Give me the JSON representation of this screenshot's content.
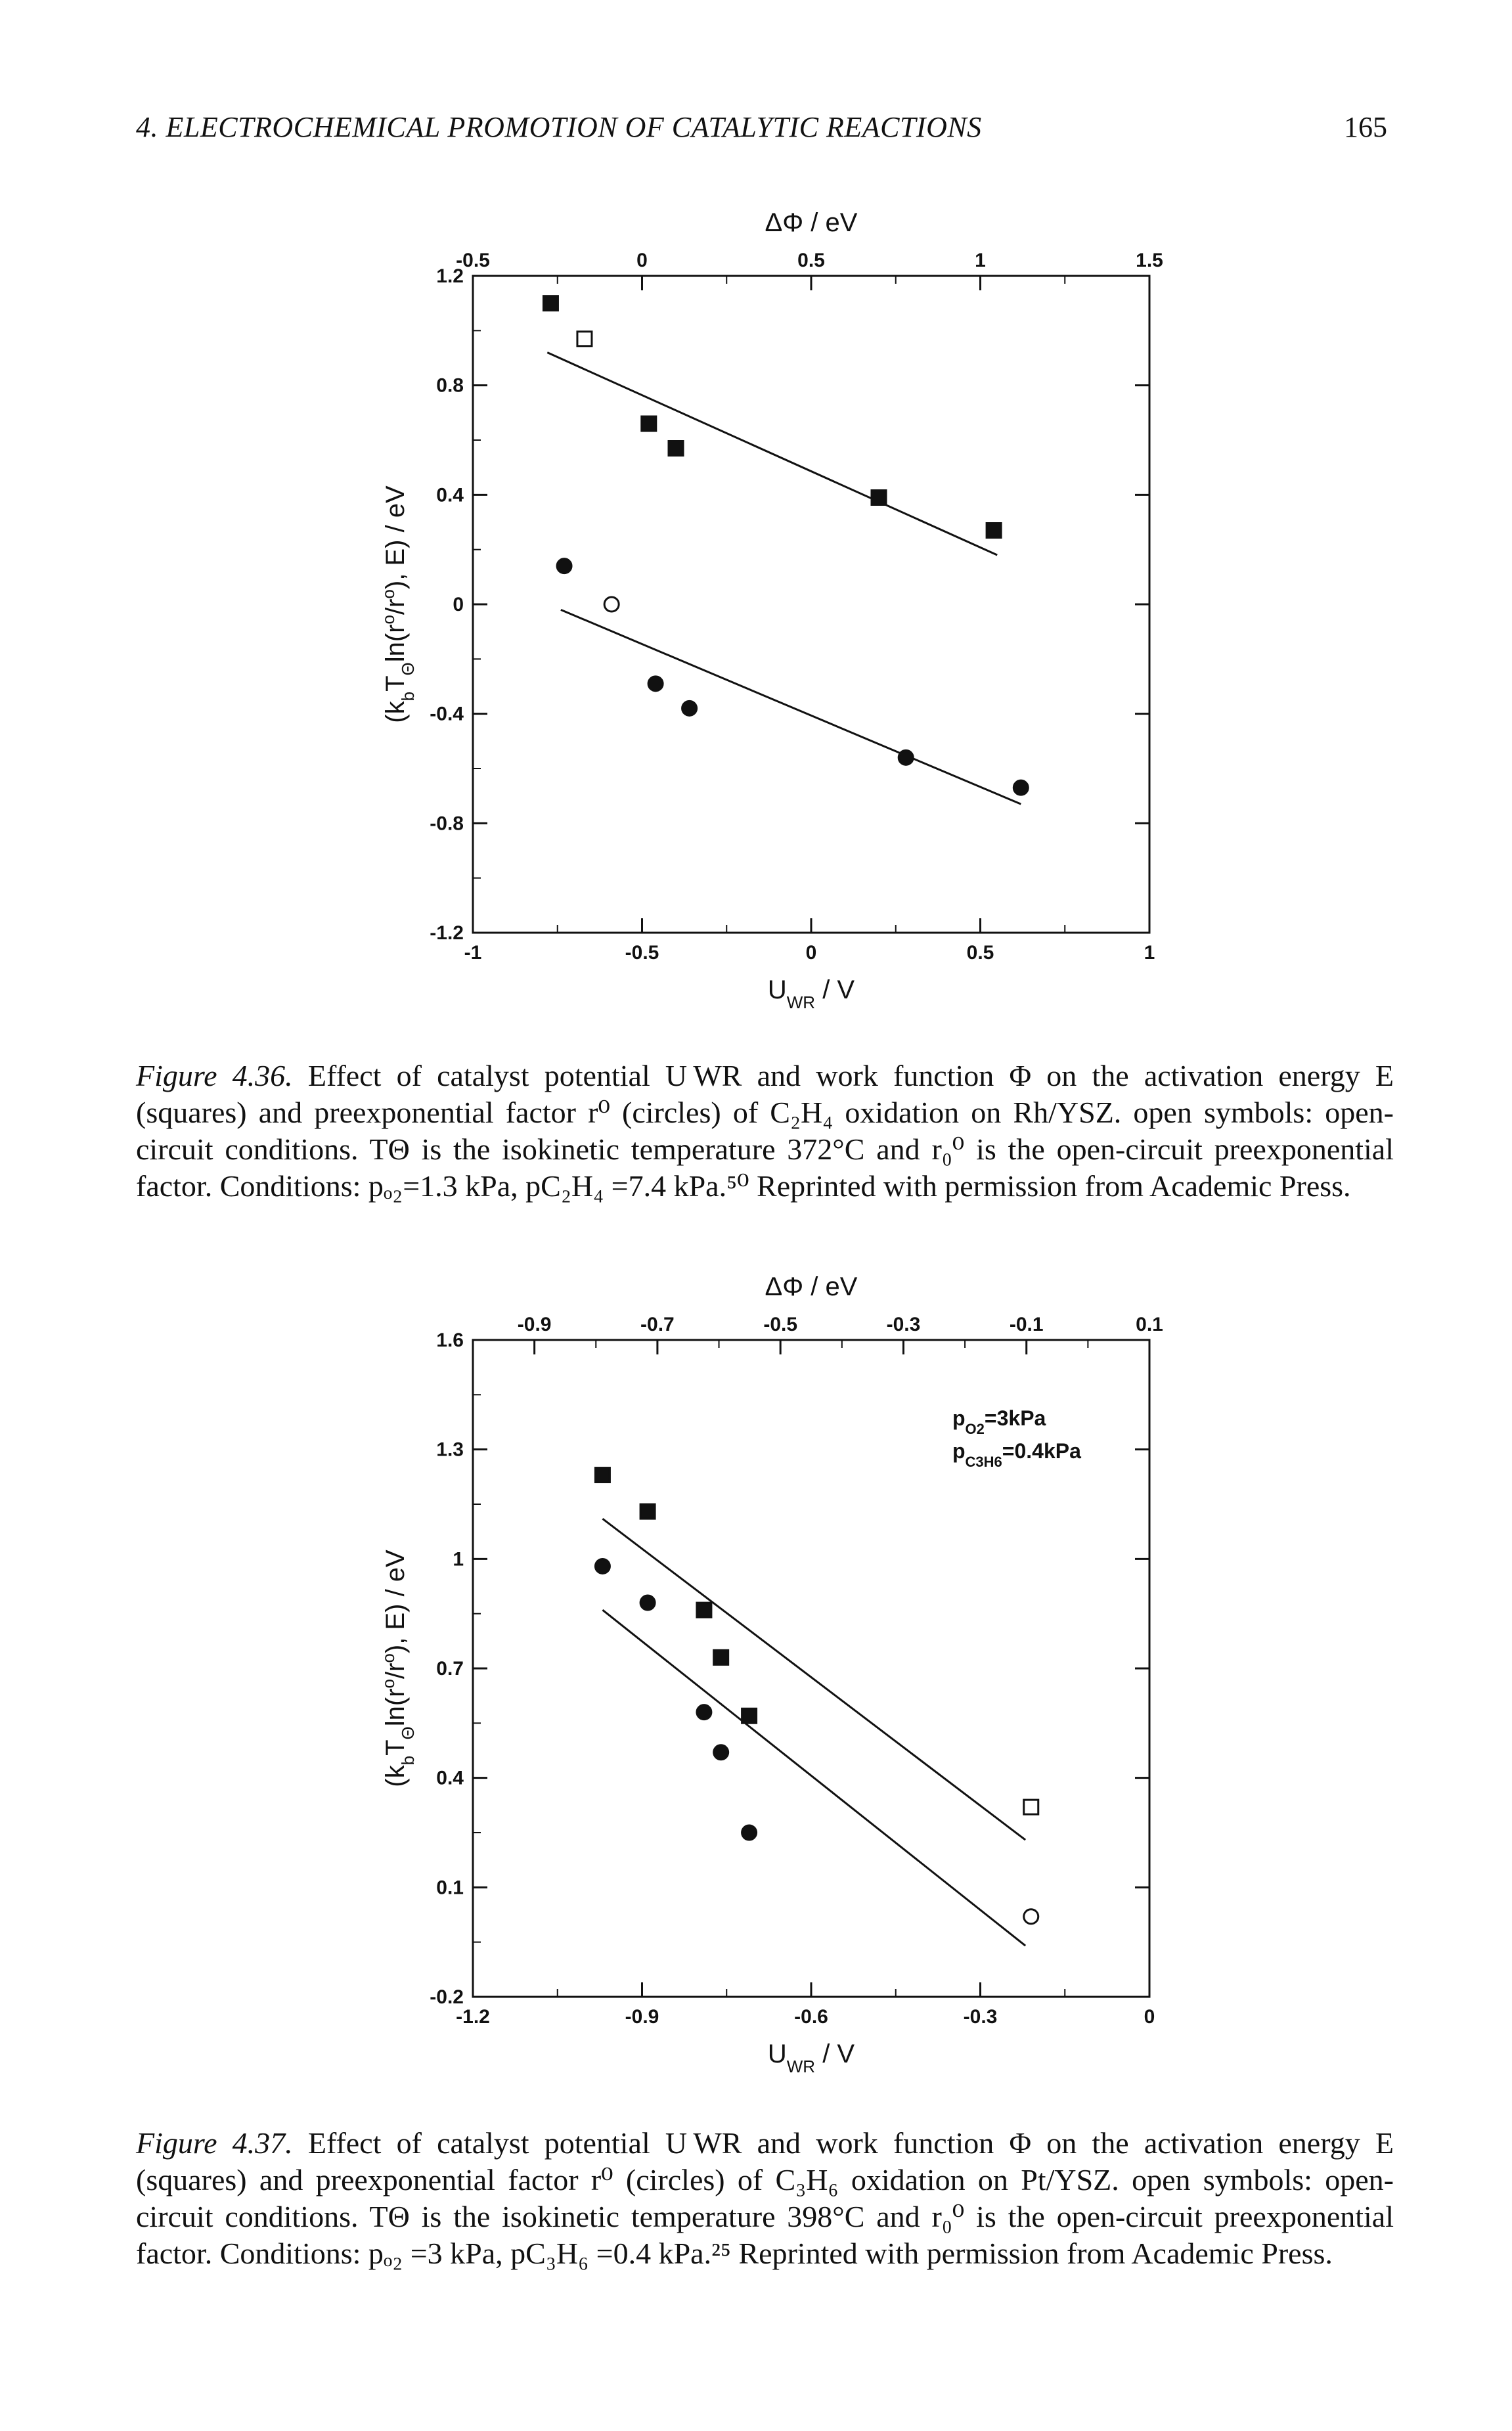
{
  "header": {
    "running_title": "4. ELECTROCHEMICAL PROMOTION OF CATALYTIC REACTIONS",
    "page_number": "165"
  },
  "figure_436": {
    "caption": {
      "label": "Figure 4.36.",
      "text": "Effect of catalyst potential U WR and work function Φ on the activation energy E (squares) and preexponential factor r⁰ (circles) of C₂H₄ oxidation on Rh/YSZ. open symbols: open-circuit conditions. TΘ is the isokinetic temperature 372°C and r₀⁰ is the open-circuit preexponential factor. Conditions: pₒ₂=1.3 kPa, pC₂H₄ =7.4 kPa.⁵⁰ Reprinted with permission from Academic Press."
    }
  },
  "figure_437": {
    "caption": {
      "label": "Figure 4.37.",
      "text": "Effect of catalyst potential U WR and work function Φ on the activation energy E (squares) and preexponential factor r⁰ (circles) of C₃H₆ oxidation on Pt/YSZ. open symbols: open-circuit conditions. TΘ is the isokinetic temperature 398°C and r₀⁰ is the open-circuit preexponential factor. Conditions: pₒ₂ =3 kPa, pC₃H₆ =0.4 kPa.²⁵ Reprinted with permission from Academic Press."
    }
  },
  "chart_data": [
    {
      "type": "scatter",
      "xlabel": "U_WR / V",
      "x2label": "ΔΦ / eV",
      "ylabel": "(k_bT_Θ ln(r⁰/r₀⁰), E) / eV",
      "xlim": [
        -1,
        1
      ],
      "ylim": [
        -1.2,
        1.2
      ],
      "x2lim": [
        -0.5,
        1.5
      ],
      "x_ticks": [
        "-1",
        "-0.5",
        "0",
        "0.5",
        "1"
      ],
      "x2_ticks": [
        "-0.5",
        "0",
        "0.5",
        "1",
        "1.5"
      ],
      "y_ticks": [
        "1.2",
        "0.8",
        "0.4",
        "0",
        "-0.4",
        "-0.8",
        "-1.2"
      ],
      "grid": false,
      "series": [
        {
          "marker": "square",
          "points": [
            {
              "x": -0.77,
              "y": 1.1,
              "open": false
            },
            {
              "x": -0.67,
              "y": 0.97,
              "open": true
            },
            {
              "x": -0.48,
              "y": 0.66,
              "open": false
            },
            {
              "x": -0.4,
              "y": 0.57,
              "open": false
            },
            {
              "x": 0.2,
              "y": 0.39,
              "open": false
            },
            {
              "x": 0.54,
              "y": 0.27,
              "open": false
            }
          ],
          "fit": [
            [
              -0.78,
              0.92
            ],
            [
              0.55,
              0.18
            ]
          ]
        },
        {
          "marker": "circle",
          "points": [
            {
              "x": -0.73,
              "y": 0.14,
              "open": false
            },
            {
              "x": -0.59,
              "y": 0.0,
              "open": true
            },
            {
              "x": -0.46,
              "y": -0.29,
              "open": false
            },
            {
              "x": -0.36,
              "y": -0.38,
              "open": false
            },
            {
              "x": 0.28,
              "y": -0.56,
              "open": false
            },
            {
              "x": 0.62,
              "y": -0.67,
              "open": false
            }
          ],
          "fit": [
            [
              -0.74,
              -0.02
            ],
            [
              0.62,
              -0.73
            ]
          ]
        }
      ]
    },
    {
      "type": "scatter",
      "xlabel": "U_WR / V",
      "x2label": "ΔΦ / eV",
      "ylabel": "(k_bT_Θ ln(r⁰/r₀⁰), E) / eV",
      "annotations": [
        "p_O2=3kPa",
        "p_C3H6=0.4kPa"
      ],
      "xlim": [
        -1.2,
        0
      ],
      "ylim": [
        -0.2,
        1.6
      ],
      "x2lim": [
        -1.0,
        0.1
      ],
      "x_ticks": [
        "-1.2",
        "-0.9",
        "-0.6",
        "-0.3",
        "0"
      ],
      "x2_ticks": [
        "-0.9",
        "-0.7",
        "-0.5",
        "-0.3",
        "-0.1",
        "0.1"
      ],
      "y_ticks": [
        "1.6",
        "1.3",
        "1",
        "0.7",
        "0.4",
        "0.1",
        "-0.2"
      ],
      "grid": false,
      "series": [
        {
          "marker": "square",
          "points": [
            {
              "x": -0.97,
              "y": 1.23,
              "open": false
            },
            {
              "x": -0.89,
              "y": 1.13,
              "open": false
            },
            {
              "x": -0.79,
              "y": 0.86,
              "open": false
            },
            {
              "x": -0.76,
              "y": 0.73,
              "open": false
            },
            {
              "x": -0.71,
              "y": 0.57,
              "open": false
            },
            {
              "x": -0.21,
              "y": 0.32,
              "open": true
            }
          ],
          "fit": [
            [
              -0.97,
              1.11
            ],
            [
              -0.22,
              0.23
            ]
          ]
        },
        {
          "marker": "circle",
          "points": [
            {
              "x": -0.97,
              "y": 0.98,
              "open": false
            },
            {
              "x": -0.89,
              "y": 0.88,
              "open": false
            },
            {
              "x": -0.79,
              "y": 0.58,
              "open": false
            },
            {
              "x": -0.76,
              "y": 0.47,
              "open": false
            },
            {
              "x": -0.71,
              "y": 0.25,
              "open": false
            },
            {
              "x": -0.21,
              "y": 0.02,
              "open": true
            }
          ],
          "fit": [
            [
              -0.97,
              0.86
            ],
            [
              -0.22,
              -0.06
            ]
          ]
        }
      ]
    }
  ]
}
